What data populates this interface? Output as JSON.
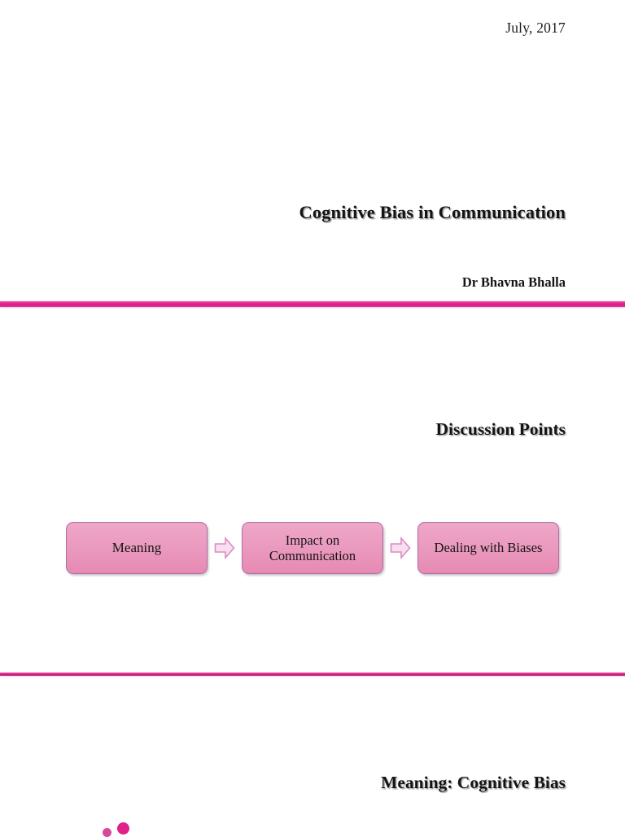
{
  "document": {
    "slide_one": {
      "date": "July, 2017",
      "title": "Cognitive Bias in Communication",
      "author": "Dr Bhavna Bhalla"
    },
    "slide_two": {
      "heading": "Discussion Points",
      "flow": {
        "boxes": [
          {
            "label": "Meaning"
          },
          {
            "label": "Impact  on Communication"
          },
          {
            "label": "Dealing with Biases"
          }
        ],
        "arrows": [
          {
            "icon": "right-arrow-icon"
          },
          {
            "icon": "right-arrow-icon"
          }
        ]
      }
    },
    "slide_three": {
      "heading": "Meaning: Cognitive Bias",
      "decoration": "pink-dots-bullet"
    },
    "colors": {
      "divider": "#e32d92",
      "box_fill_top": "#efa7c7",
      "box_fill_bottom": "#e78ab3",
      "box_border": "#b36ba8",
      "arrow_fill": "#f7dff0",
      "arrow_stroke": "#d98cc4",
      "dot": "#e0218a",
      "text": "#141414"
    }
  }
}
